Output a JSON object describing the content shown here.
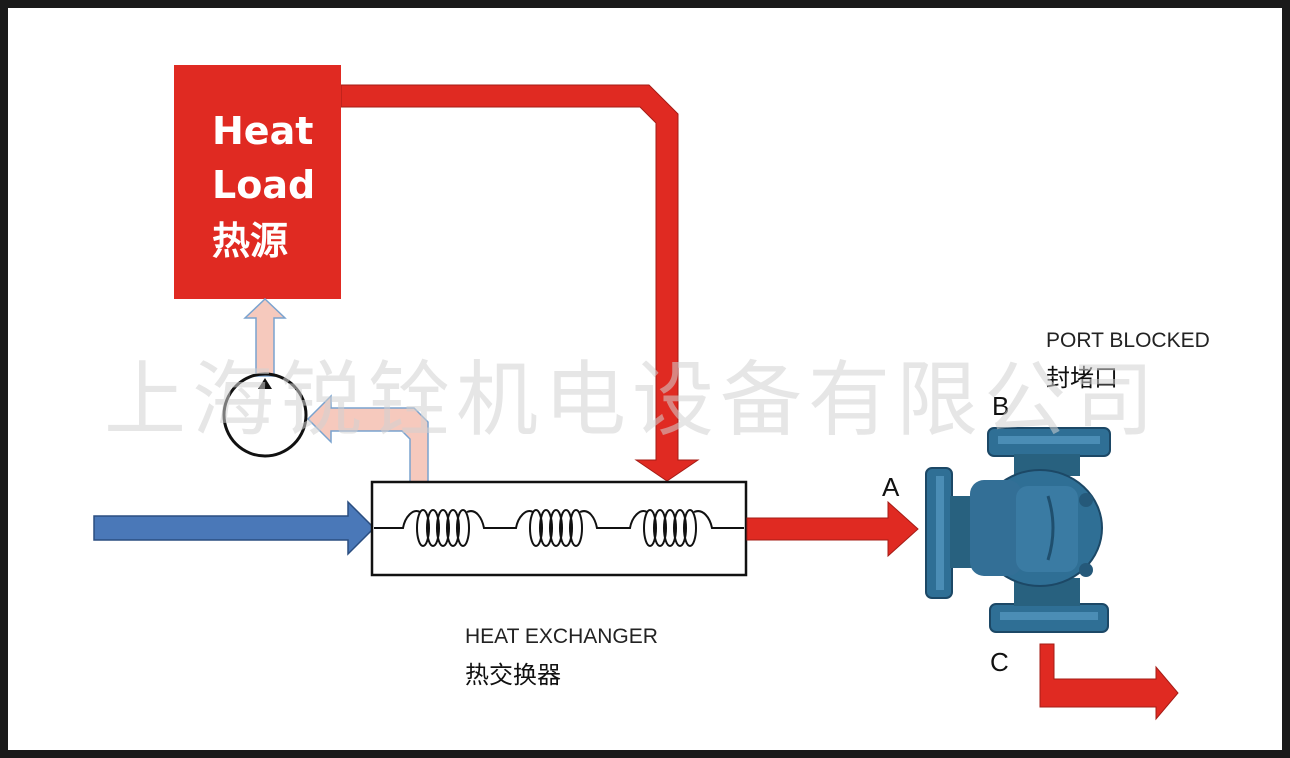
{
  "heat_load": {
    "line1": "Heat",
    "line2": "Load",
    "line3": "热源"
  },
  "heat_exchanger": {
    "label_en": "HEAT EXCHANGER",
    "label_cn": "热交换器"
  },
  "valve": {
    "port_a": "A",
    "port_b": "B",
    "port_c": "C",
    "blocked_en": "PORT BLOCKED",
    "blocked_cn": "封堵口"
  },
  "watermark": "上海锐铨机电设备有限公司",
  "colors": {
    "hot": "#e02a22",
    "cold": "#4a78b8",
    "return_pale": "#f6c9bd",
    "valve_body": "#2f6f95"
  }
}
